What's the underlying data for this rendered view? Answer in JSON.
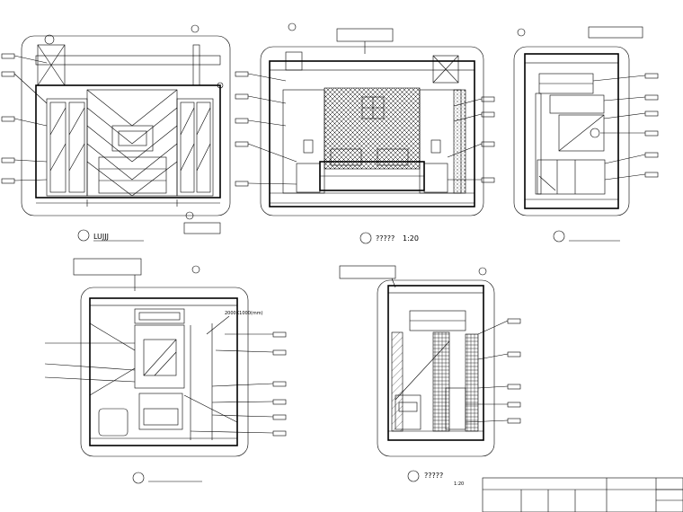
{
  "drawings": [
    {
      "id": "A",
      "title": "LUJJJ",
      "scale": ""
    },
    {
      "id": "B",
      "title": "?????",
      "scale": "1:20"
    },
    {
      "id": "C",
      "title": "",
      "scale": ""
    },
    {
      "id": "D",
      "title": "",
      "scale": ""
    },
    {
      "id": "E",
      "title": "?????",
      "scale": "1:20"
    }
  ],
  "callouts": {
    "D_top": "2000X1000(mm)"
  }
}
